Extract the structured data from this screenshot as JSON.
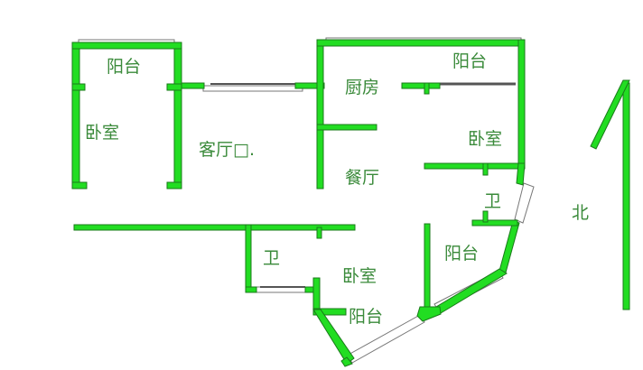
{
  "rooms": {
    "balcony_nw": "阳台",
    "bedroom_w": "卧室",
    "living_room": "客厅□.",
    "kitchen": "厨房",
    "balcony_ne": "阳台",
    "bedroom_e": "卧室",
    "dining_room": "餐厅",
    "bath_e": "卫",
    "bath_s": "卫",
    "balcony_se": "阳台",
    "bedroom_s": "卧室",
    "balcony_s": "阳台"
  },
  "compass": {
    "label": "北"
  },
  "colors": {
    "wall": "#22dd22",
    "wall_outline": "#1a7a1a",
    "text": "#3a8a3a",
    "window": "#888888"
  }
}
